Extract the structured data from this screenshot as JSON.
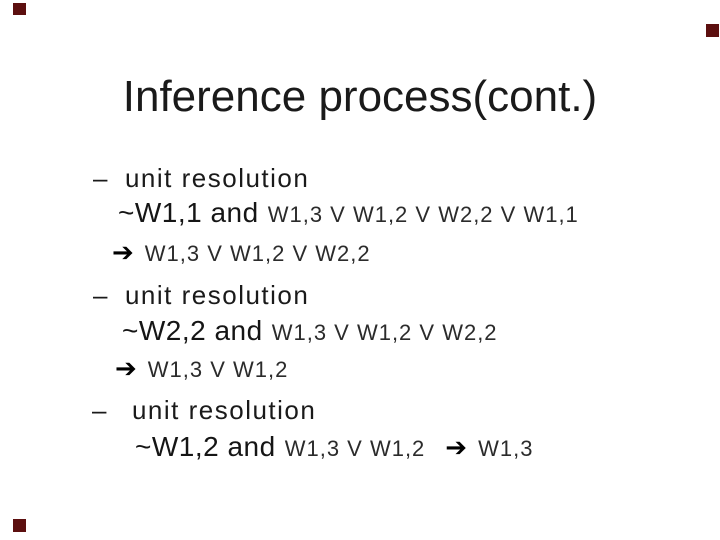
{
  "slide": {
    "title": "Inference process(cont.)",
    "bullet_char": "–",
    "arrow_char": "➔",
    "background_color": "#ffffff",
    "text_color": "#1a1a1a",
    "corner_marker_color": "#5c0f0f"
  },
  "blocks": [
    {
      "heading": "unit resolution",
      "premise_lead": "~W1,1 and",
      "premise_clause": "W1,3 V W1,2 V W2,2 V W1,1",
      "conclusion": "W1,3 V W1,2 V W2,2"
    },
    {
      "heading": "unit resolution",
      "premise_lead": "~W2,2 and",
      "premise_clause": "W1,3 V W1,2 V W2,2",
      "conclusion": "W1,3 V W1,2"
    },
    {
      "heading": "unit resolution",
      "premise_lead": "~W1,2 and",
      "premise_clause": "W1,3 V W1,2",
      "conclusion": "W1,3"
    }
  ]
}
